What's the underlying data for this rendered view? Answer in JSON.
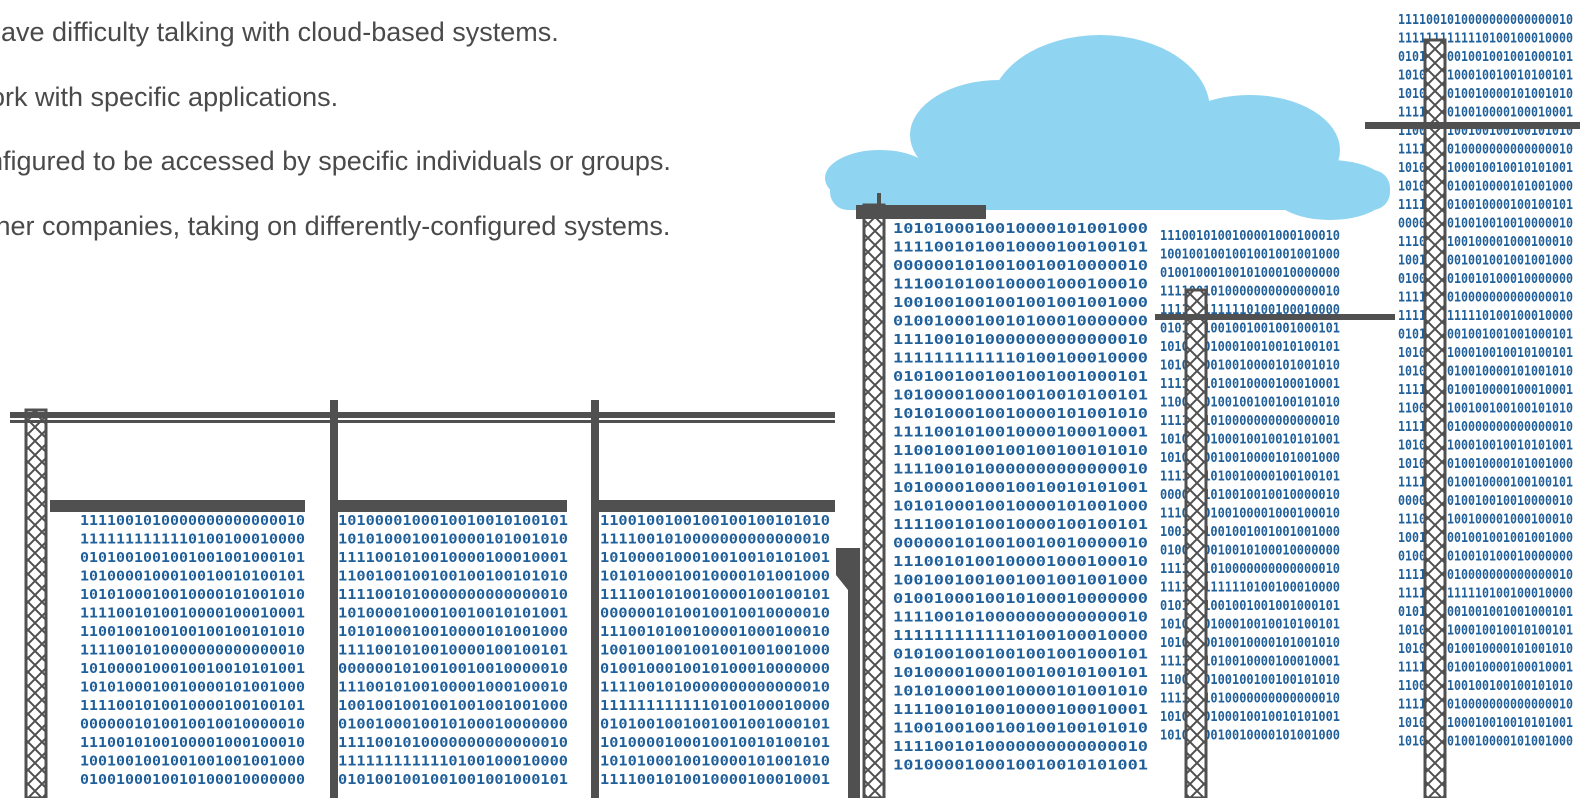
{
  "lines": [
    "have difficulty talking with cloud-based systems.",
    "ork with specific applications.",
    "nfigured to be accessed by specific individuals or groups.",
    "ther companies, taking on differently-configured systems."
  ],
  "colors": {
    "text": "#4a4a4a",
    "binary": "#1f5f9a",
    "crane": "#505050",
    "cloud": "#8fd4f0"
  },
  "icons": [
    "crane-icon",
    "cloud-icon",
    "binary-building-icon"
  ],
  "binary_rows": [
    "1111001010000000000000010",
    "1111111111110100100010000",
    "0101001001001001001000101",
    "1010000100010010010100101",
    "1010100010010000101001010",
    "1111001010010000100010001",
    "1100100100100100100101010",
    "1111001010000000000000010",
    "1010000100010010010101001",
    "1010100010010000101001000",
    "1111001010010000100100101",
    "0000001010010010010000010",
    "1110010100100001000100010",
    "1001001001001001001001000",
    "0100100010010100010000000"
  ]
}
